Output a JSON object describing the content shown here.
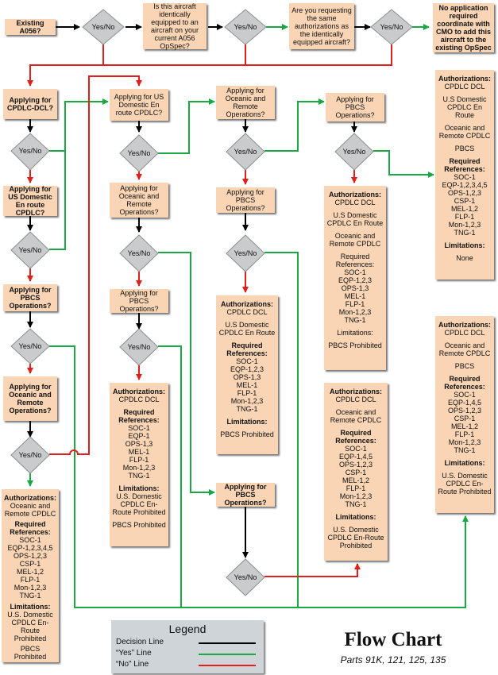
{
  "diamond_label": "Yes/No",
  "questions": {
    "q_a056": "Existing A056?",
    "q_identical": "Is this aircraft identically equipped to an aircraft on your current A056 OpSpec?",
    "q_same_auth": "Are you requesting the same authorizations as the identically equipped aircraft?",
    "r_no_application": "No application required coordinate with CMO to add this aircraft to the existing OpSpec",
    "c1_q1": "Applying for CPDLC-DCL?",
    "c1_q2": "Applying for US Domestic En route CPDLC?",
    "c1_q3": "Applying for PBCS Operations?",
    "c1_q4": "Applying for Oceanic and Remote Operations?",
    "c2_q1": "Applying for US Domestic En route CPDLC?",
    "c2_q2": "Applying for Oceanic and Remote Operations?",
    "c2_q3": "Applying for PBCS Operations?",
    "c3_q1": "Applying for Oceanic and Remote Operations?",
    "c3_q2": "Applying for PBCS Operations?",
    "c3_q3": "Applying for PBCS Operations?",
    "c4_q1": "Applying for PBCS Operations?"
  },
  "results": {
    "r1": [
      {
        "t": "Authorizations:",
        "b": true
      },
      {
        "t": "Oceanic and Remote CPDLC"
      },
      {
        "gap": true
      },
      {
        "t": "Required References:",
        "b": true
      },
      {
        "t": "SOC-1"
      },
      {
        "t": "EQP-1,2,3,4,5"
      },
      {
        "t": "OPS-1,2,3"
      },
      {
        "t": "CSP-1"
      },
      {
        "t": "MEL-1,2"
      },
      {
        "t": "FLP-1"
      },
      {
        "t": "Mon-1,2,3"
      },
      {
        "t": "TNG-1"
      },
      {
        "gap": true
      },
      {
        "t": "Limitations:",
        "b": true
      },
      {
        "t": "U.S. Domestic CPDLC En-Route Prohibited"
      },
      {
        "gap": true
      },
      {
        "t": "PBCS Prohibited"
      }
    ],
    "r2": [
      {
        "t": "Authorizations:",
        "b": true
      },
      {
        "t": "CPDLC DCL"
      },
      {
        "gap": true
      },
      {
        "t": "Required References:",
        "b": true
      },
      {
        "t": "SOC-1"
      },
      {
        "t": "EQP-1"
      },
      {
        "t": "OPS-1,3"
      },
      {
        "t": "MEL-1"
      },
      {
        "t": "FLP-1"
      },
      {
        "t": "Mon-1,2,3"
      },
      {
        "t": "TNG-1"
      },
      {
        "gap": true
      },
      {
        "t": "Limitations:",
        "b": true
      },
      {
        "t": "U.S. Domestic CPDLC En-Route Prohibited"
      },
      {
        "gap": true
      },
      {
        "t": "PBCS Prohibited"
      }
    ],
    "r3": [
      {
        "t": "Authorizations:",
        "b": true
      },
      {
        "t": "CPDLC DCL"
      },
      {
        "gap": true
      },
      {
        "t": "U.S Domestic CPDLC En Route"
      },
      {
        "gap": true
      },
      {
        "t": "Required References:",
        "b": true
      },
      {
        "t": "SOC-1"
      },
      {
        "t": "EQP-1,2,3"
      },
      {
        "t": "OPS-1,3"
      },
      {
        "t": "MEL-1"
      },
      {
        "t": "FLP-1"
      },
      {
        "t": "Mon-1,2,3"
      },
      {
        "t": "TNG-1"
      },
      {
        "gap": true
      },
      {
        "t": "Limitations:",
        "b": true
      },
      {
        "gap": true
      },
      {
        "t": "PBCS Prohibited"
      }
    ],
    "r4": [
      {
        "t": "Authorizations:",
        "b": true
      },
      {
        "t": "CPDLC DCL"
      },
      {
        "gap": true
      },
      {
        "t": "U.S Domestic CPDLC En Route"
      },
      {
        "gap": true
      },
      {
        "t": "Oceanic and Remote CPDLC"
      },
      {
        "gap": true
      },
      {
        "t": "Required References:"
      },
      {
        "t": "SOC-1"
      },
      {
        "t": "EQP-1,2,3"
      },
      {
        "t": "OPS-1,3"
      },
      {
        "t": "MEL-1"
      },
      {
        "t": "FLP-1"
      },
      {
        "t": "Mon-1,2,3"
      },
      {
        "t": "TNG-1"
      },
      {
        "gap": true
      },
      {
        "t": "Limitations:"
      },
      {
        "gap": true
      },
      {
        "t": "PBCS Prohibited"
      }
    ],
    "r5": [
      {
        "t": "Authorizations:",
        "b": true
      },
      {
        "t": "CPDLC DCL"
      },
      {
        "gap": true
      },
      {
        "t": "Oceanic and Remote CPDLC"
      },
      {
        "gap": true
      },
      {
        "t": "Required References:",
        "b": true
      },
      {
        "t": "SOC-1"
      },
      {
        "t": "EQP-1,4,5"
      },
      {
        "t": "OPS-1,2,3"
      },
      {
        "t": "CSP-1"
      },
      {
        "t": "MEL-1,2"
      },
      {
        "t": "FLP-1"
      },
      {
        "t": "Mon-1,2,3"
      },
      {
        "t": "TNG-1"
      },
      {
        "gap": true
      },
      {
        "t": "Limitations:",
        "b": true
      },
      {
        "gap": true
      },
      {
        "t": "U.S. Domestic CPDLC En-Route Prohibited"
      }
    ],
    "r6": [
      {
        "t": "Authorizations:",
        "b": true
      },
      {
        "t": "CPDLC DCL"
      },
      {
        "gap": true
      },
      {
        "t": "U.S Domestic CPDLC En Route"
      },
      {
        "gap": true
      },
      {
        "t": "Oceanic and Remote CPDLC"
      },
      {
        "gap": true
      },
      {
        "t": "PBCS"
      },
      {
        "gap": true
      },
      {
        "t": "Required References:",
        "b": true
      },
      {
        "t": "SOC-1"
      },
      {
        "t": "EQP-1,2,3,4,5"
      },
      {
        "t": "OPS-1,2,3"
      },
      {
        "t": "CSP-1"
      },
      {
        "t": "MEL-1,2"
      },
      {
        "t": "FLP-1"
      },
      {
        "t": "Mon-1,2,3"
      },
      {
        "t": "TNG-1"
      },
      {
        "gap": true
      },
      {
        "t": "Limitations:",
        "b": true
      },
      {
        "gap": true
      },
      {
        "t": "None"
      }
    ],
    "r7": [
      {
        "t": "Authorizations:",
        "b": true
      },
      {
        "t": "CPDLC DCL"
      },
      {
        "gap": true
      },
      {
        "t": "Oceanic and Remote CPDLC"
      },
      {
        "gap": true
      },
      {
        "t": "PBCS"
      },
      {
        "gap": true
      },
      {
        "t": "Required References:",
        "b": true
      },
      {
        "t": "SOC-1"
      },
      {
        "t": "EQP-1,4,5"
      },
      {
        "t": "OPS-1,2,3"
      },
      {
        "t": "CSP-1"
      },
      {
        "t": "MEL-1,2"
      },
      {
        "t": "FLP-1"
      },
      {
        "t": "Mon-1,2,3"
      },
      {
        "t": "TNG-1"
      },
      {
        "gap": true
      },
      {
        "t": "Limitations:",
        "b": true
      },
      {
        "gap": true
      },
      {
        "t": "U.S. Domestic CPDLC En-Route Prohibited"
      }
    ]
  },
  "legend": {
    "title": "Legend",
    "decision_label": "Decision Line",
    "yes_label": "“Yes” Line",
    "no_label": "“No” Line",
    "decision_color": "#000000",
    "yes_color": "#1aa845",
    "no_color": "#e0201c"
  },
  "title": "Flow Chart",
  "subtitle": "Parts 91K, 121, 125, 135"
}
